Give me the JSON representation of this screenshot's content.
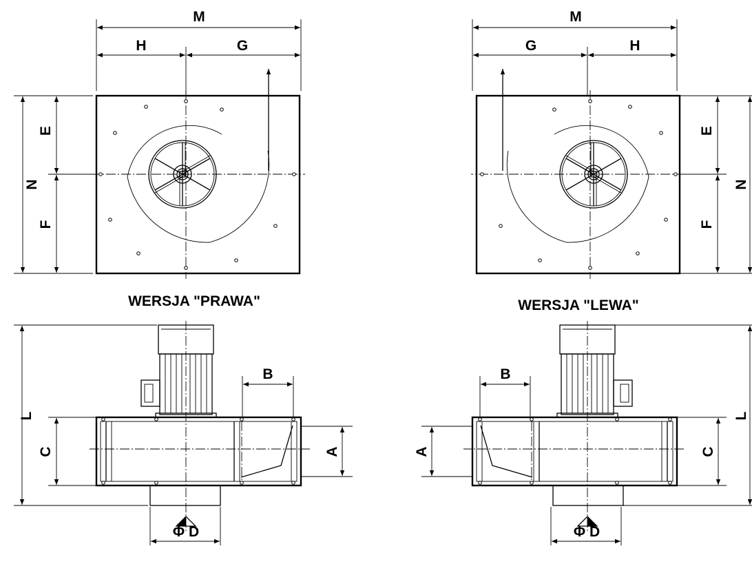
{
  "labels": {
    "M": "M",
    "H": "H",
    "G": "G",
    "N": "N",
    "E": "E",
    "F": "F",
    "L": "L",
    "C": "C",
    "A": "A",
    "B": "B",
    "D": "Φ D"
  },
  "views": {
    "right_version_title": "WERSJA \"PRAWA\"",
    "left_version_title": "WERSJA \"LEWA\""
  }
}
